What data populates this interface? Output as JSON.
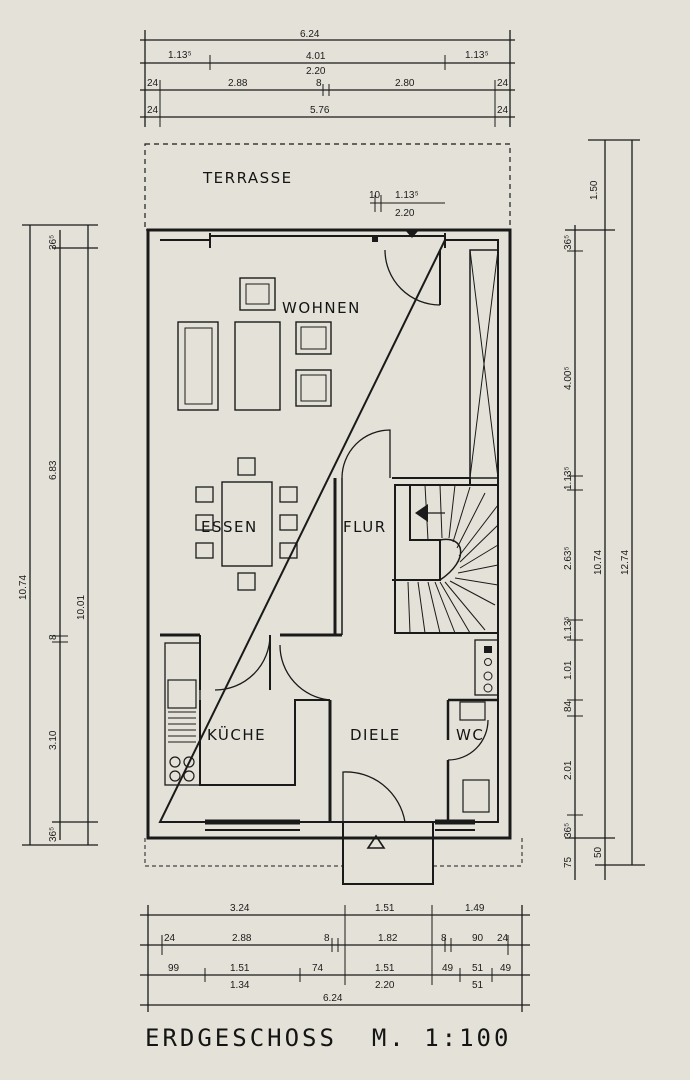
{
  "rooms": {
    "terrasse": "TERRASSE",
    "wohnen": "WOHNEN",
    "essen": "ESSEN",
    "flur": "FLUR",
    "kueche": "KÜCHE",
    "diele": "DIELE",
    "wc": "WC"
  },
  "caption": "ERDGESCHOSS  M. 1:100",
  "dims_top": {
    "overall": "6.24",
    "r2_left": "1.13⁵",
    "r2_mid_top": "4.01",
    "r2_mid_bottom": "2.20",
    "r2_right": "1.13⁵",
    "r3_left": "24",
    "r3_a": "2.88",
    "r3_mid": "8",
    "r3_b": "2.80",
    "r3_right": "24",
    "r4_left": "24",
    "r4_mid": "5.76",
    "r4_right": "24",
    "window_a": "10",
    "window_b": "1.13⁵",
    "window_c": "2.20"
  },
  "dims_bottom": {
    "r1_a": "3.24",
    "r1_b": "1.51",
    "r1_c": "1.49",
    "r2_a": "24",
    "r2_b": "2.88",
    "r2_c": "8",
    "r2_d": "1.82",
    "r2_e": "8",
    "r2_f": "90",
    "r2_g": "24",
    "r3_a": "99",
    "r3_b_top": "1.51",
    "r3_b_bottom": "1.34",
    "r3_c": "74",
    "r3_d_top": "1.51",
    "r3_d_bottom": "2.20",
    "r3_e": "49",
    "r3_f_top": "51",
    "r3_f_bottom": "51",
    "r3_g": "49",
    "overall": "6.24"
  },
  "dims_left": {
    "outer": "10.74",
    "inner": "10.01",
    "top_small": "36⁵",
    "seg_a": "6.83",
    "seg_mid": "8",
    "seg_b": "3.10",
    "bottom_small": "36⁵"
  },
  "dims_right": {
    "terr": "1.50",
    "s1": "36⁵",
    "s2": "4.00⁵",
    "s3": "1.13⁵",
    "s4": "2.63⁵",
    "s5": "1.13⁵",
    "s6": "1.01",
    "s7": "84",
    "s8": "2.01",
    "s9": "36⁵",
    "s10": "75",
    "inner_total": "10.74",
    "outer_total": "12.74",
    "bottom_ext": "50"
  }
}
